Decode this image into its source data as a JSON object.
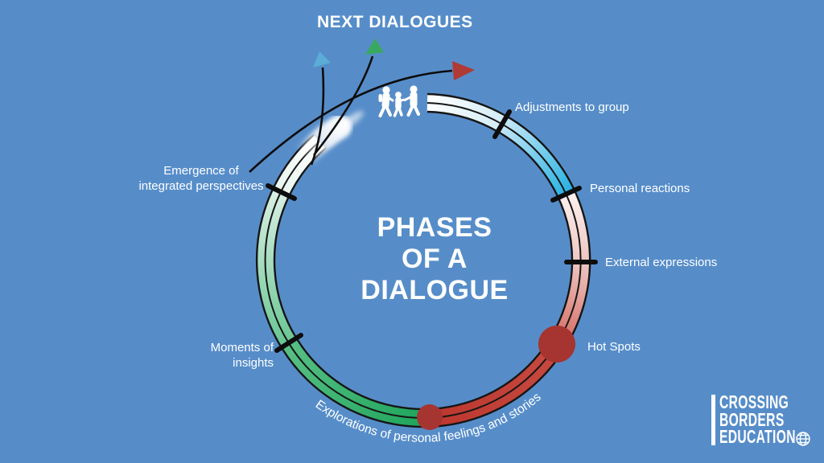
{
  "header": {
    "title": "NEXT DIALOGUES"
  },
  "center_title": {
    "line1": "PHASES",
    "line2": "OF A",
    "line3": "DIALOGUE"
  },
  "phase_labels": {
    "adjustments": "Adjustments to group",
    "personal": "Personal reactions",
    "external": "External expressions",
    "hot_spots": "Hot Spots",
    "explorations": "Explorations of personal feelings and stories",
    "moments": "Moments of insights",
    "emergence": "Emergence of\nintegrated perspectives"
  },
  "logo": {
    "line1": "CROSSING",
    "line2": "BORDERS",
    "line3": "EDUCATION"
  },
  "colors": {
    "background": "#568dc9",
    "text": "#ffffff",
    "outline": "#161616",
    "hot_spot": "#a63431"
  },
  "ring": {
    "segments": [
      {
        "name": "start-white",
        "from": "#ffffff",
        "to": "#d2ecf8"
      },
      {
        "name": "cyan-deepen",
        "from": "#c6e8f6",
        "to": "#29b2e4"
      },
      {
        "name": "pink-pale",
        "from": "#fcf1ef",
        "to": "#eec6c2"
      },
      {
        "name": "pink-deepen",
        "from": "#eec6c2",
        "to": "#d3685f"
      },
      {
        "name": "red-solid",
        "from": "#c64a41",
        "to": "#bd372e"
      },
      {
        "name": "green-solid",
        "from": "#1ea55b",
        "to": "#57bf85"
      },
      {
        "name": "green-fade",
        "from": "#69c693",
        "to": "#d9efe4"
      },
      {
        "name": "white-return",
        "from": "#e8f5ee",
        "to": "#ffffff"
      }
    ]
  },
  "arrows": {
    "blue": {
      "color": "#5bacd6"
    },
    "green": {
      "color": "#38a95e"
    },
    "red": {
      "color": "#b03a35"
    }
  }
}
